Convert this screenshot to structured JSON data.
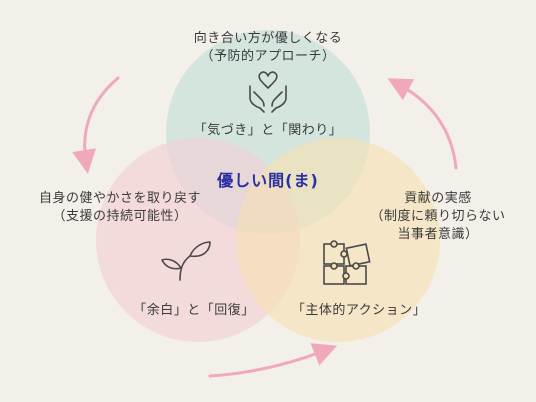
{
  "colors": {
    "background": "#f3efe9",
    "top_circle": "#b9ddd6",
    "left_circle": "#f4cdd3",
    "right_circle": "#f6dfb0",
    "center_text": "#2b2fa4",
    "arrow": "#f0a9bb",
    "icon_stroke": "#4a4a4a"
  },
  "diagram": {
    "center_label": "優しい間(ま)",
    "top": {
      "heading_line1": "向き合い方が優しくなる",
      "heading_line2": "（予防的アプローチ）",
      "label": "「気づき」と「関わり」",
      "icon": "heart-hands-icon"
    },
    "left": {
      "heading_line1": "自身の健やかさを取り戻す",
      "heading_line2": "（支援の持続可能性）",
      "label": "「余白」と「回復」",
      "icon": "sprout-icon"
    },
    "right": {
      "heading_line1": "貢献の実感",
      "heading_line2": "（制度に頼り切らない",
      "heading_line3": "当事者意識）",
      "label": "「主体的アクション」",
      "icon": "puzzle-icon"
    }
  }
}
